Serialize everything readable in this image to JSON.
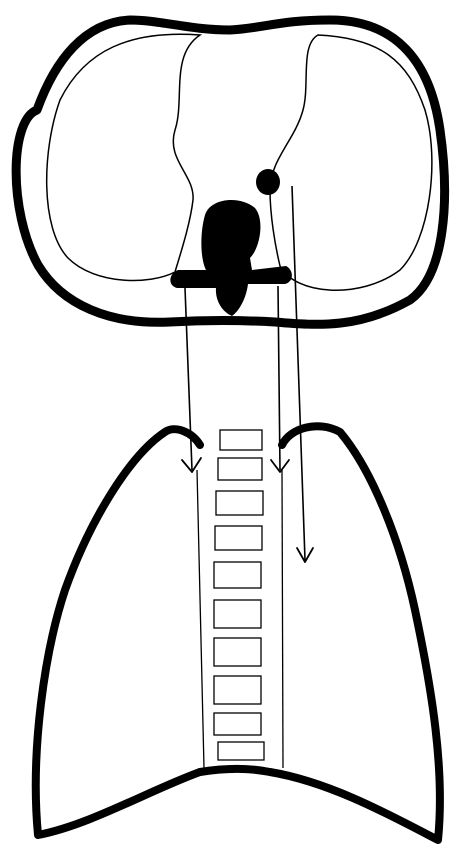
{
  "diagram": {
    "colors": {
      "ink": "#000000",
      "paper": "#ffffff"
    },
    "parts": [
      "thorax-cross-section",
      "lungs-frontal-view",
      "vertebral-column",
      "projection-lines",
      "arrow-heads"
    ]
  }
}
